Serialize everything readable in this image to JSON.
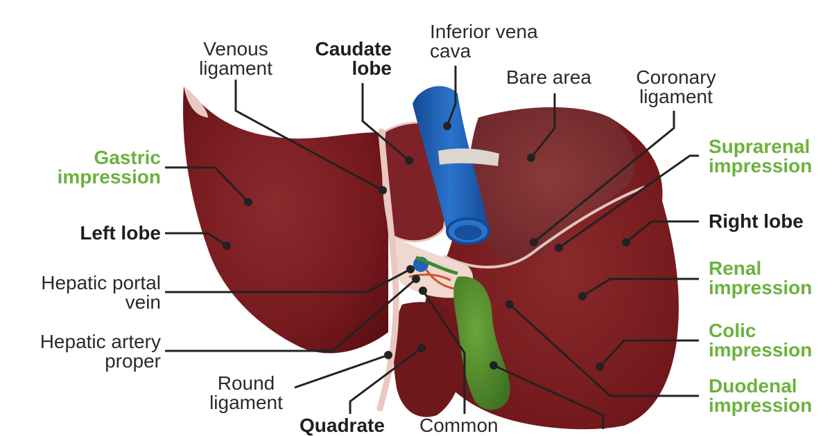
{
  "colors": {
    "liver": "#7a1e22",
    "liver_dark": "#5a1216",
    "ivc": "#1f62b8",
    "gallbladder": "#4f8a2c",
    "leader": "#222222",
    "highlight_label": "#6bb23d",
    "plain_label": "#2a2a2a"
  },
  "labels": {
    "venous_ligament": [
      "Venous",
      "ligament"
    ],
    "caudate_lobe": [
      "Caudate",
      "lobe"
    ],
    "inferior_vena_cava": [
      "Inferior vena",
      "cava"
    ],
    "bare_area": [
      "Bare area"
    ],
    "coronary_ligament": [
      "Coronary",
      "ligament"
    ],
    "gastric_impression": [
      "Gastric",
      "impression"
    ],
    "suprarenal_impression": [
      "Suprarenal",
      "impression"
    ],
    "left_lobe": [
      "Left lobe"
    ],
    "right_lobe": [
      "Right lobe"
    ],
    "hepatic_portal_vein": [
      "Hepatic portal",
      "vein"
    ],
    "renal_impression": [
      "Renal",
      "impression"
    ],
    "hepatic_artery_proper": [
      "Hepatic artery",
      "proper"
    ],
    "colic_impression": [
      "Colic",
      "impression"
    ],
    "round_ligament": [
      "Round",
      "ligament"
    ],
    "duodenal_impression": [
      "Duodenal",
      "impression"
    ],
    "quadrate": [
      "Quadrate"
    ],
    "common": [
      "Common"
    ]
  }
}
